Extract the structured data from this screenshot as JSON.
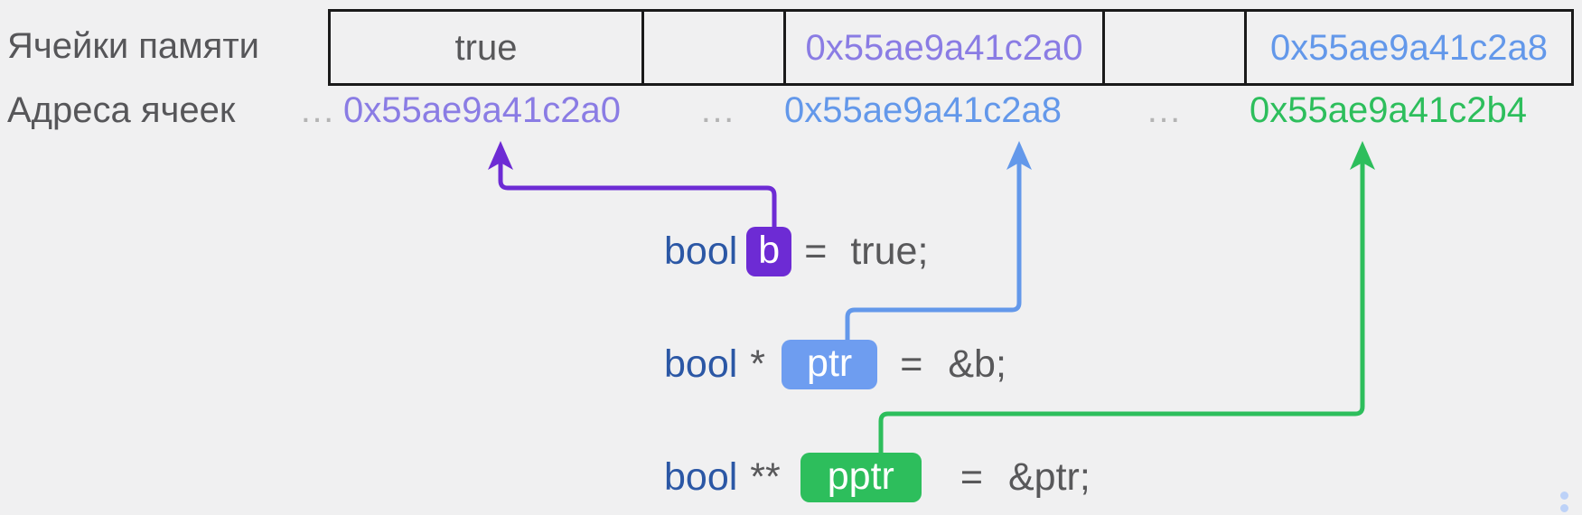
{
  "labels": {
    "memory_cells": "Ячейки памяти",
    "cell_addresses": "Адреса ячеек"
  },
  "memory_row": {
    "cells": [
      {
        "value": "true"
      },
      {
        "value": ""
      },
      {
        "value": "0x55ae9a41c2a0"
      },
      {
        "value": ""
      },
      {
        "value": "0x55ae9a41c2a8"
      }
    ]
  },
  "address_row": {
    "ellipsis": "…",
    "addresses": [
      "0x55ae9a41c2a0",
      "0x55ae9a41c2a8",
      "0x55ae9a41c2b4"
    ]
  },
  "code": {
    "lines": [
      {
        "keyword": "bool",
        "pointer_marks": "",
        "variable": "b",
        "equals": "=",
        "value": "true;"
      },
      {
        "keyword": "bool",
        "pointer_marks": "*",
        "variable": "ptr",
        "equals": "=",
        "value": "&b;"
      },
      {
        "keyword": "bool",
        "pointer_marks": "**",
        "variable": "pptr",
        "equals": "=",
        "value": "&ptr;"
      }
    ]
  },
  "colors": {
    "purple": "#6d2bd4",
    "purple_light": "#8a7ce4",
    "blue": "#6398ea",
    "blue_badge": "#6e9df0",
    "green": "#2dbe5c",
    "keyword_blue": "#2b57a5",
    "text_dark": "#58585a",
    "ellipsis_gray": "#b4b4b4",
    "indicator_blue": "#bdd2f8"
  }
}
